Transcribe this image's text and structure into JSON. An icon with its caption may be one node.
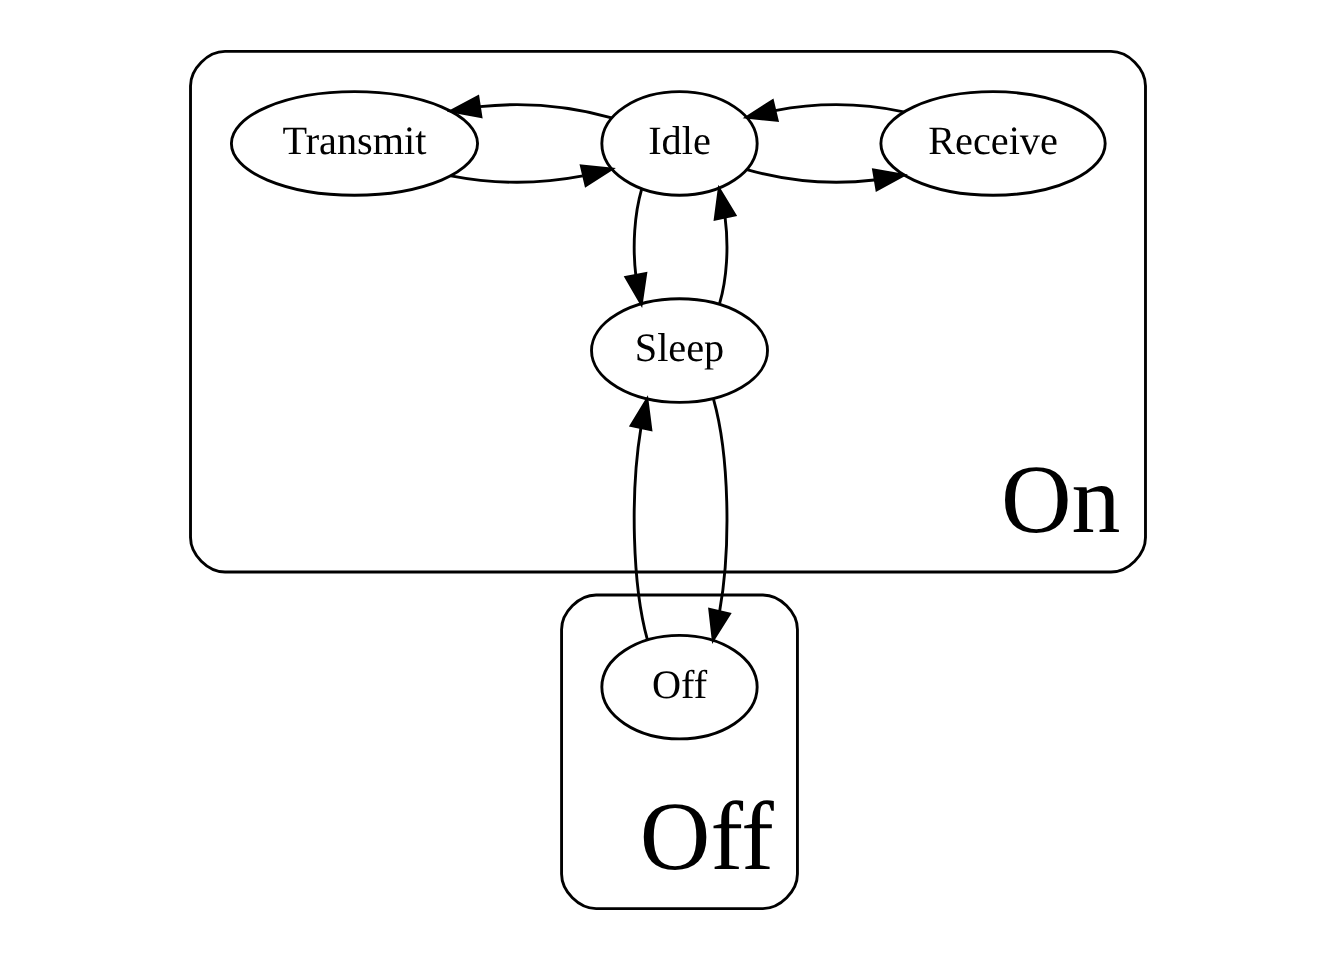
{
  "diagram": {
    "nodes": [
      {
        "text": [
          "On"
        ]
      },
      {
        "text": [
          "Receive"
        ],
        "in": 0
      },
      {
        "text": [
          "Idle"
        ],
        "in": 0
      },
      {
        "text": [
          "Transmit"
        ],
        "in": 0
      },
      {
        "text": [
          "Sleep"
        ],
        "in": 0
      },
      {
        "text": [
          "Off"
        ]
      },
      {
        "text": [
          "Off"
        ],
        "in": 5
      }
    ],
    "edges": [
      {
        "from": 2,
        "to": 1,
        "arrow": "to"
      },
      {
        "from": 1,
        "to": 2,
        "arrow": "to"
      },
      {
        "from": 3,
        "to": 2,
        "arrow": "to"
      },
      {
        "from": 2,
        "to": 3,
        "arrow": "to"
      },
      {
        "from": 2,
        "to": 4,
        "arrow": "to"
      },
      {
        "from": 4,
        "to": 2,
        "arrow": "to"
      },
      {
        "from": 4,
        "to": 6,
        "arrow": "to"
      },
      {
        "from": 6,
        "to": 4,
        "arrow": "to"
      }
    ]
  }
}
